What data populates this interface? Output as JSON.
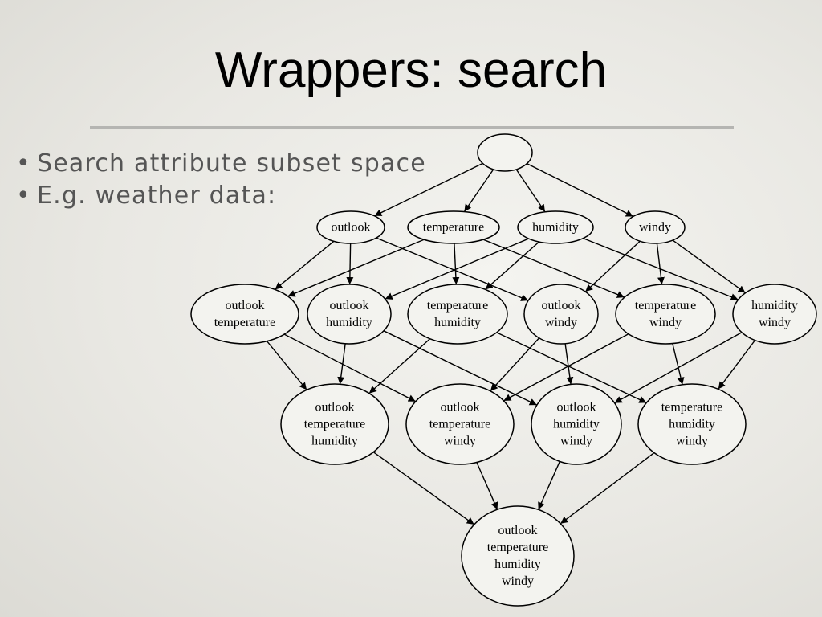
{
  "slide": {
    "title": "Wrappers: search",
    "bullets": [
      "Search attribute subset space",
      "E.g. weather data:"
    ]
  },
  "diagram": {
    "nodes": [
      {
        "id": "empty",
        "lines": []
      },
      {
        "id": "o",
        "lines": [
          "outlook"
        ]
      },
      {
        "id": "t",
        "lines": [
          "temperature"
        ]
      },
      {
        "id": "h",
        "lines": [
          "humidity"
        ]
      },
      {
        "id": "w",
        "lines": [
          "windy"
        ]
      },
      {
        "id": "ot",
        "lines": [
          "outlook",
          "temperature"
        ]
      },
      {
        "id": "oh",
        "lines": [
          "outlook",
          "humidity"
        ]
      },
      {
        "id": "th",
        "lines": [
          "temperature",
          "humidity"
        ]
      },
      {
        "id": "ow",
        "lines": [
          "outlook",
          "windy"
        ]
      },
      {
        "id": "tw",
        "lines": [
          "temperature",
          "windy"
        ]
      },
      {
        "id": "hw",
        "lines": [
          "humidity",
          "windy"
        ]
      },
      {
        "id": "oth",
        "lines": [
          "outlook",
          "temperature",
          "humidity"
        ]
      },
      {
        "id": "otw",
        "lines": [
          "outlook",
          "temperature",
          "windy"
        ]
      },
      {
        "id": "ohw",
        "lines": [
          "outlook",
          "humidity",
          "windy"
        ]
      },
      {
        "id": "thw",
        "lines": [
          "temperature",
          "humidity",
          "windy"
        ]
      },
      {
        "id": "othw",
        "lines": [
          "outlook",
          "temperature",
          "humidity",
          "windy"
        ]
      }
    ],
    "edges": [
      [
        "empty",
        "o"
      ],
      [
        "empty",
        "t"
      ],
      [
        "empty",
        "h"
      ],
      [
        "empty",
        "w"
      ],
      [
        "o",
        "ot"
      ],
      [
        "o",
        "oh"
      ],
      [
        "o",
        "ow"
      ],
      [
        "t",
        "ot"
      ],
      [
        "t",
        "th"
      ],
      [
        "t",
        "tw"
      ],
      [
        "h",
        "oh"
      ],
      [
        "h",
        "th"
      ],
      [
        "h",
        "hw"
      ],
      [
        "w",
        "ow"
      ],
      [
        "w",
        "tw"
      ],
      [
        "w",
        "hw"
      ],
      [
        "ot",
        "oth"
      ],
      [
        "ot",
        "otw"
      ],
      [
        "oh",
        "oth"
      ],
      [
        "oh",
        "ohw"
      ],
      [
        "th",
        "oth"
      ],
      [
        "th",
        "thw"
      ],
      [
        "ow",
        "otw"
      ],
      [
        "ow",
        "ohw"
      ],
      [
        "tw",
        "otw"
      ],
      [
        "tw",
        "thw"
      ],
      [
        "hw",
        "ohw"
      ],
      [
        "hw",
        "thw"
      ],
      [
        "oth",
        "othw"
      ],
      [
        "otw",
        "othw"
      ],
      [
        "ohw",
        "othw"
      ],
      [
        "thw",
        "othw"
      ]
    ]
  }
}
